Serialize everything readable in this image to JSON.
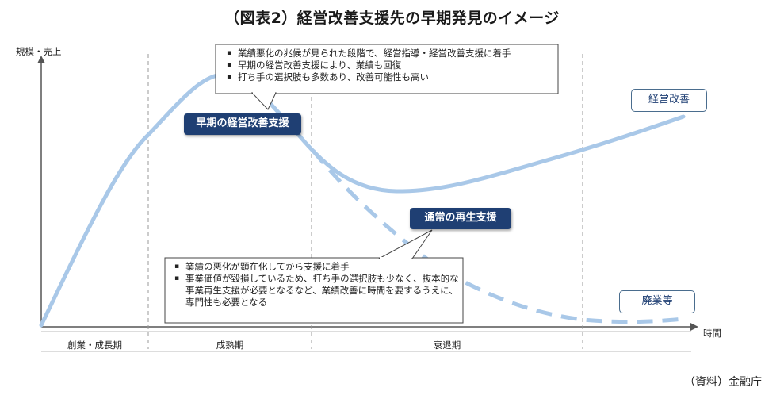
{
  "title": "（図表2）経営改善支援先の早期発見のイメージ",
  "axes": {
    "y_label": "規模・売上",
    "x_label": "時間"
  },
  "phases": [
    "創業・成長期",
    "成熟期",
    "衰退期"
  ],
  "callouts": {
    "early": {
      "label": "早期の経営改善支援",
      "bullets": [
        "業績悪化の兆候が見られた段階で、経営指導・経営改善支援に着手",
        "早期の経営改善支援により、業績も回復",
        "打ち手の選択肢も多数あり、改善可能性も高い"
      ]
    },
    "normal": {
      "label": "通常の再生支援",
      "bullets": [
        "業績の悪化が顕在化してから支援に着手",
        "事業価値が毀損しているため、打ち手の選択肢も少なく、抜本的な事業再生支援が必要となるなど、業績改善に時間を要するうえに、専門性も必要となる"
      ]
    }
  },
  "outcomes": {
    "improve": "経営改善",
    "close": "廃業等"
  },
  "source": "（資料）金融庁",
  "colors": {
    "curve": "#a9c8e8",
    "tag_bg": "#1f3f73",
    "frame": "#4a6d8e"
  }
}
